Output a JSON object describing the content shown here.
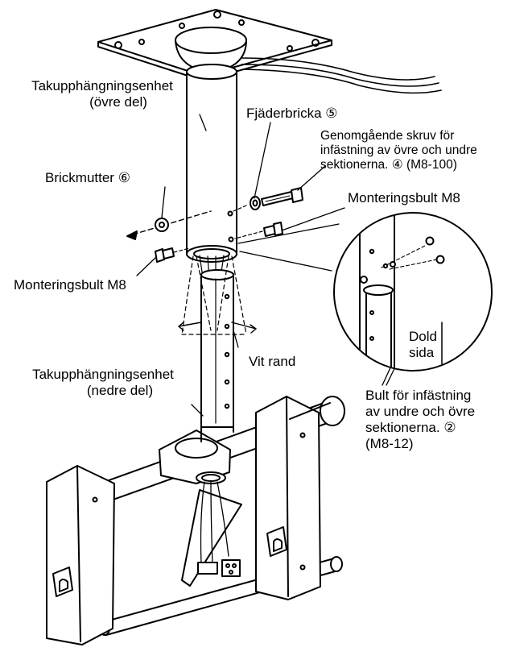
{
  "labels": {
    "upper_unit": {
      "line1": "Takupphängningsenhet",
      "line2": "(övre del)"
    },
    "spring_washer": {
      "text": "Fjäderbricka",
      "num": "⑤"
    },
    "through_screw": {
      "line1": "Genomgående skruv för",
      "line2": "infästning av övre och undre",
      "line3": "sektionerna.",
      "num": "④",
      "spec": "(M8-100)"
    },
    "nut_washer": {
      "text": "Brickmutter",
      "num": "⑥"
    },
    "mount_bolt_right": {
      "text": "Monteringsbult M8"
    },
    "mount_bolt_left": {
      "text": "Monteringsbult M8"
    },
    "white_stripe": {
      "text": "Vit rand"
    },
    "hidden_side": {
      "line1": "Dold",
      "line2": "sida"
    },
    "lower_unit": {
      "line1": "Takupphängningsenhet",
      "line2": "(nedre del)"
    },
    "joint_bolt": {
      "line1": "Bult för infästning",
      "line2": "av undre och övre",
      "line3": "sektionerna.",
      "num": "②",
      "spec": "(M8-12)"
    }
  }
}
